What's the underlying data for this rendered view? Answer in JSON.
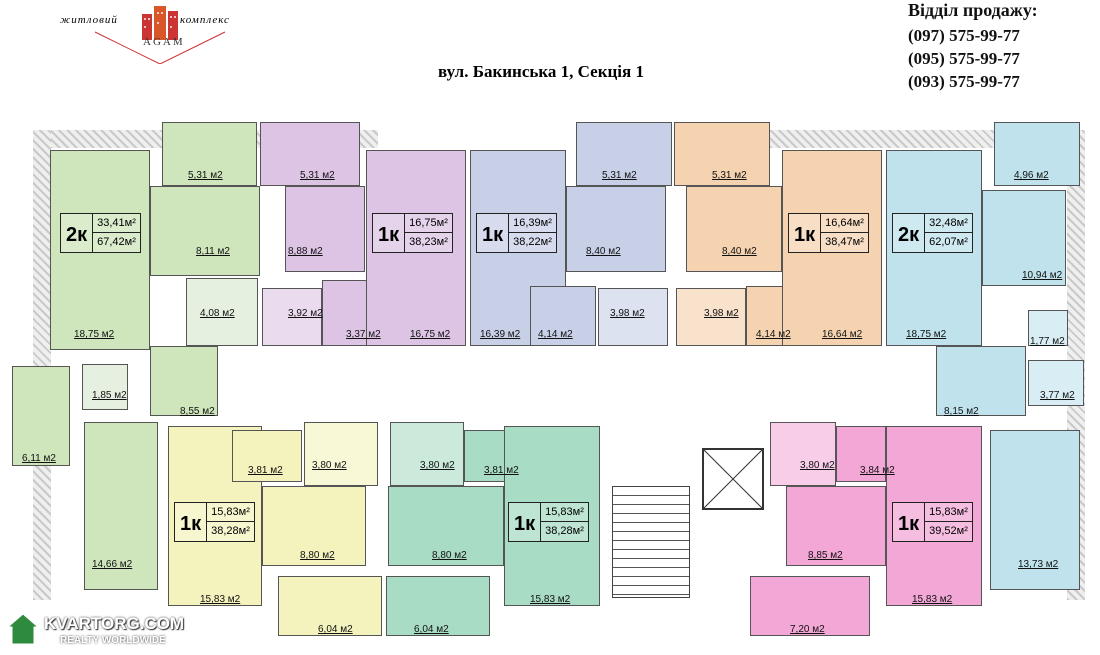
{
  "logo": {
    "top_text": "житловий",
    "right_text": "комплекс",
    "brand": "AGAM"
  },
  "address": "вул. Бакинська 1, Секція 1",
  "sales": {
    "heading": "Відділ продажу:",
    "phones": [
      "(097) 575-99-77",
      "(095) 575-99-77",
      "(093) 575-99-77"
    ]
  },
  "watermark": {
    "name": "KVARTORG.COM",
    "tagline": "REALTY WORLDWIDE"
  },
  "colors": {
    "green": "#cfe6bc",
    "purple": "#ddc4e4",
    "blue": "#c8d0e8",
    "orange": "#f5d3b0",
    "cyan": "#bfe2ec",
    "yellow": "#f4f3be",
    "mint": "#a9dcc4",
    "pink": "#f2a7d6",
    "wall": "#d8d8d8"
  },
  "apartments": [
    {
      "type": "2к",
      "living": "33,41м²",
      "total": "67,42м²",
      "color": "green"
    },
    {
      "type": "1к",
      "living": "16,75м²",
      "total": "38,23м²",
      "color": "purple"
    },
    {
      "type": "1к",
      "living": "16,39м²",
      "total": "38,22м²",
      "color": "blue"
    },
    {
      "type": "1к",
      "living": "16,64м²",
      "total": "38,47м²",
      "color": "orange"
    },
    {
      "type": "2к",
      "living": "32,48м²",
      "total": "62,07м²",
      "color": "cyan"
    },
    {
      "type": "1к",
      "living": "15,83м²",
      "total": "38,28м²",
      "color": "yellow"
    },
    {
      "type": "1к",
      "living": "15,83м²",
      "total": "38,28м²",
      "color": "mint"
    },
    {
      "type": "1к",
      "living": "15,83м²",
      "total": "39,52м²",
      "color": "pink"
    }
  ],
  "room_areas": {
    "a1": [
      "5,31 м2",
      "8,11 м2",
      "4,08 м2",
      "18,75 м2",
      "1,85 м2",
      "8,55 м2",
      "6,11 м2",
      "14,66 м2"
    ],
    "a2": [
      "5,31 м2",
      "8,88 м2",
      "3,92 м2",
      "3,37 м2",
      "16,75 м2"
    ],
    "a3": [
      "5,31 м2",
      "8,40 м2",
      "16,39 м2",
      "4,14 м2",
      "3,98 м2"
    ],
    "a4": [
      "5,31 м2",
      "8,40 м2",
      "3,98 м2",
      "4,14 м2",
      "16,64 м2"
    ],
    "a5": [
      "4,96 м2",
      "10,94 м2",
      "18,75 м2",
      "1,77 м2",
      "3,77 м2",
      "8,15 м2",
      "13,73 м2"
    ],
    "a6": [
      "3,81 м2",
      "3,80 м2",
      "8,80 м2",
      "15,83 м2",
      "6,04 м2"
    ],
    "a7": [
      "3,80 м2",
      "3,81 м2",
      "8,80 м2",
      "15,83 м2",
      "6,04 м2"
    ],
    "a8": [
      "3,80 м2",
      "3,84 м2",
      "8,85 м2",
      "15,83 м2",
      "7,20 м2"
    ]
  }
}
